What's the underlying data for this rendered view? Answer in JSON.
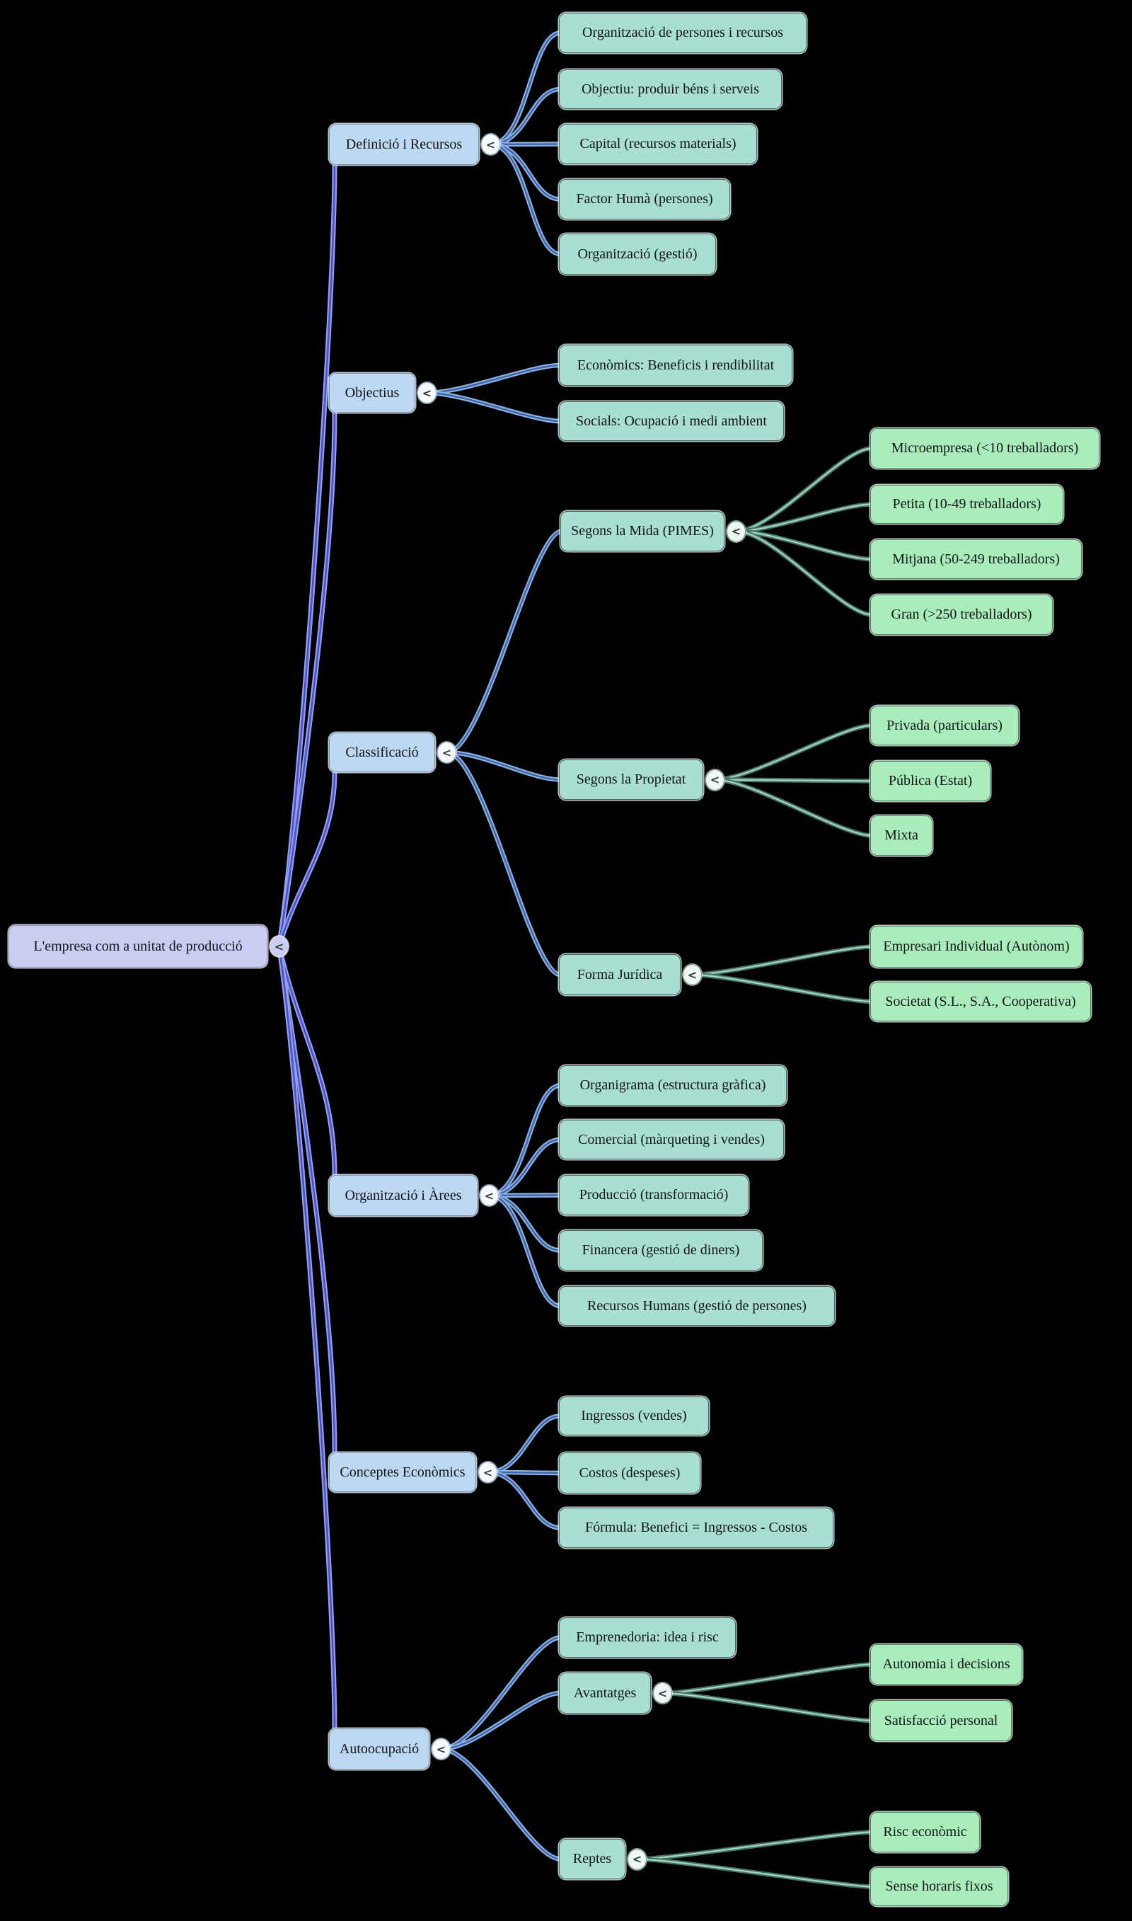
{
  "diagram_title": "L'empresa com a unitat de producció",
  "expander_glyph": "<",
  "colors": {
    "background": "#000000",
    "root_fill": "#cacdf2",
    "level1_fill": "#bdd8f2",
    "level2_fill": "#a9ded3",
    "level3_fill": "#a9edbb",
    "edge_root": "#959ef0",
    "edge_blue": "#8fb2e4",
    "edge_green": "#466f62"
  },
  "nodes": {
    "root": {
      "label": "L'empresa com a unitat de producció",
      "children": [
        "def",
        "obj",
        "cla",
        "org",
        "eco",
        "auto"
      ]
    },
    "def": {
      "label": "Definició i Recursos",
      "children": [
        "def1",
        "def2",
        "def3",
        "def4",
        "def5"
      ]
    },
    "def1": {
      "label": "Organització de persones i recursos",
      "children": []
    },
    "def2": {
      "label": "Objectiu: produir béns i serveis",
      "children": []
    },
    "def3": {
      "label": "Capital (recursos materials)",
      "children": []
    },
    "def4": {
      "label": "Factor Humà (persones)",
      "children": []
    },
    "def5": {
      "label": "Organització (gestió)",
      "children": []
    },
    "obj": {
      "label": "Objectius",
      "children": [
        "obj1",
        "obj2"
      ]
    },
    "obj1": {
      "label": "Econòmics: Beneficis i rendibilitat",
      "children": []
    },
    "obj2": {
      "label": "Socials: Ocupació i medi ambient",
      "children": []
    },
    "cla": {
      "label": "Classificació",
      "children": [
        "mida",
        "prop",
        "jur"
      ]
    },
    "mida": {
      "label": "Segons la Mida (PIMES)",
      "children": [
        "mida1",
        "mida2",
        "mida3",
        "mida4"
      ]
    },
    "mida1": {
      "label": "Microempresa (<10 treballadors)",
      "children": []
    },
    "mida2": {
      "label": "Petita (10-49 treballadors)",
      "children": []
    },
    "mida3": {
      "label": "Mitjana (50-249 treballadors)",
      "children": []
    },
    "mida4": {
      "label": "Gran (>250 treballadors)",
      "children": []
    },
    "prop": {
      "label": "Segons la Propietat",
      "children": [
        "prop1",
        "prop2",
        "prop3"
      ]
    },
    "prop1": {
      "label": "Privada (particulars)",
      "children": []
    },
    "prop2": {
      "label": "Pública (Estat)",
      "children": []
    },
    "prop3": {
      "label": "Mixta",
      "children": []
    },
    "jur": {
      "label": "Forma Jurídica",
      "children": [
        "jur1",
        "jur2"
      ]
    },
    "jur1": {
      "label": "Empresari Individual (Autònom)",
      "children": []
    },
    "jur2": {
      "label": "Societat (S.L., S.A., Cooperativa)",
      "children": []
    },
    "org": {
      "label": "Organització i Àrees",
      "children": [
        "org1",
        "org2",
        "org3",
        "org4",
        "org5"
      ]
    },
    "org1": {
      "label": "Organigrama (estructura gràfica)",
      "children": []
    },
    "org2": {
      "label": "Comercial (màrqueting i vendes)",
      "children": []
    },
    "org3": {
      "label": "Producció (transformació)",
      "children": []
    },
    "org4": {
      "label": "Financera (gestió de diners)",
      "children": []
    },
    "org5": {
      "label": "Recursos Humans (gestió de persones)",
      "children": []
    },
    "eco": {
      "label": "Conceptes Econòmics",
      "children": [
        "eco1",
        "eco2",
        "eco3"
      ]
    },
    "eco1": {
      "label": "Ingressos (vendes)",
      "children": []
    },
    "eco2": {
      "label": "Costos (despeses)",
      "children": []
    },
    "eco3": {
      "label": "Fórmula: Benefici = Ingressos - Costos",
      "children": []
    },
    "auto": {
      "label": "Autoocupació",
      "children": [
        "auto1",
        "avan",
        "rep"
      ]
    },
    "auto1": {
      "label": "Emprenedoria: idea i risc",
      "children": []
    },
    "avan": {
      "label": "Avantatges",
      "children": [
        "avan1",
        "avan2"
      ]
    },
    "avan1": {
      "label": "Autonomia i decisions",
      "children": []
    },
    "avan2": {
      "label": "Satisfacció personal",
      "children": []
    },
    "rep": {
      "label": "Reptes",
      "children": [
        "rep1",
        "rep2"
      ]
    },
    "rep1": {
      "label": "Risc econòmic",
      "children": []
    },
    "rep2": {
      "label": "Sense horaris fixos",
      "children": []
    }
  }
}
